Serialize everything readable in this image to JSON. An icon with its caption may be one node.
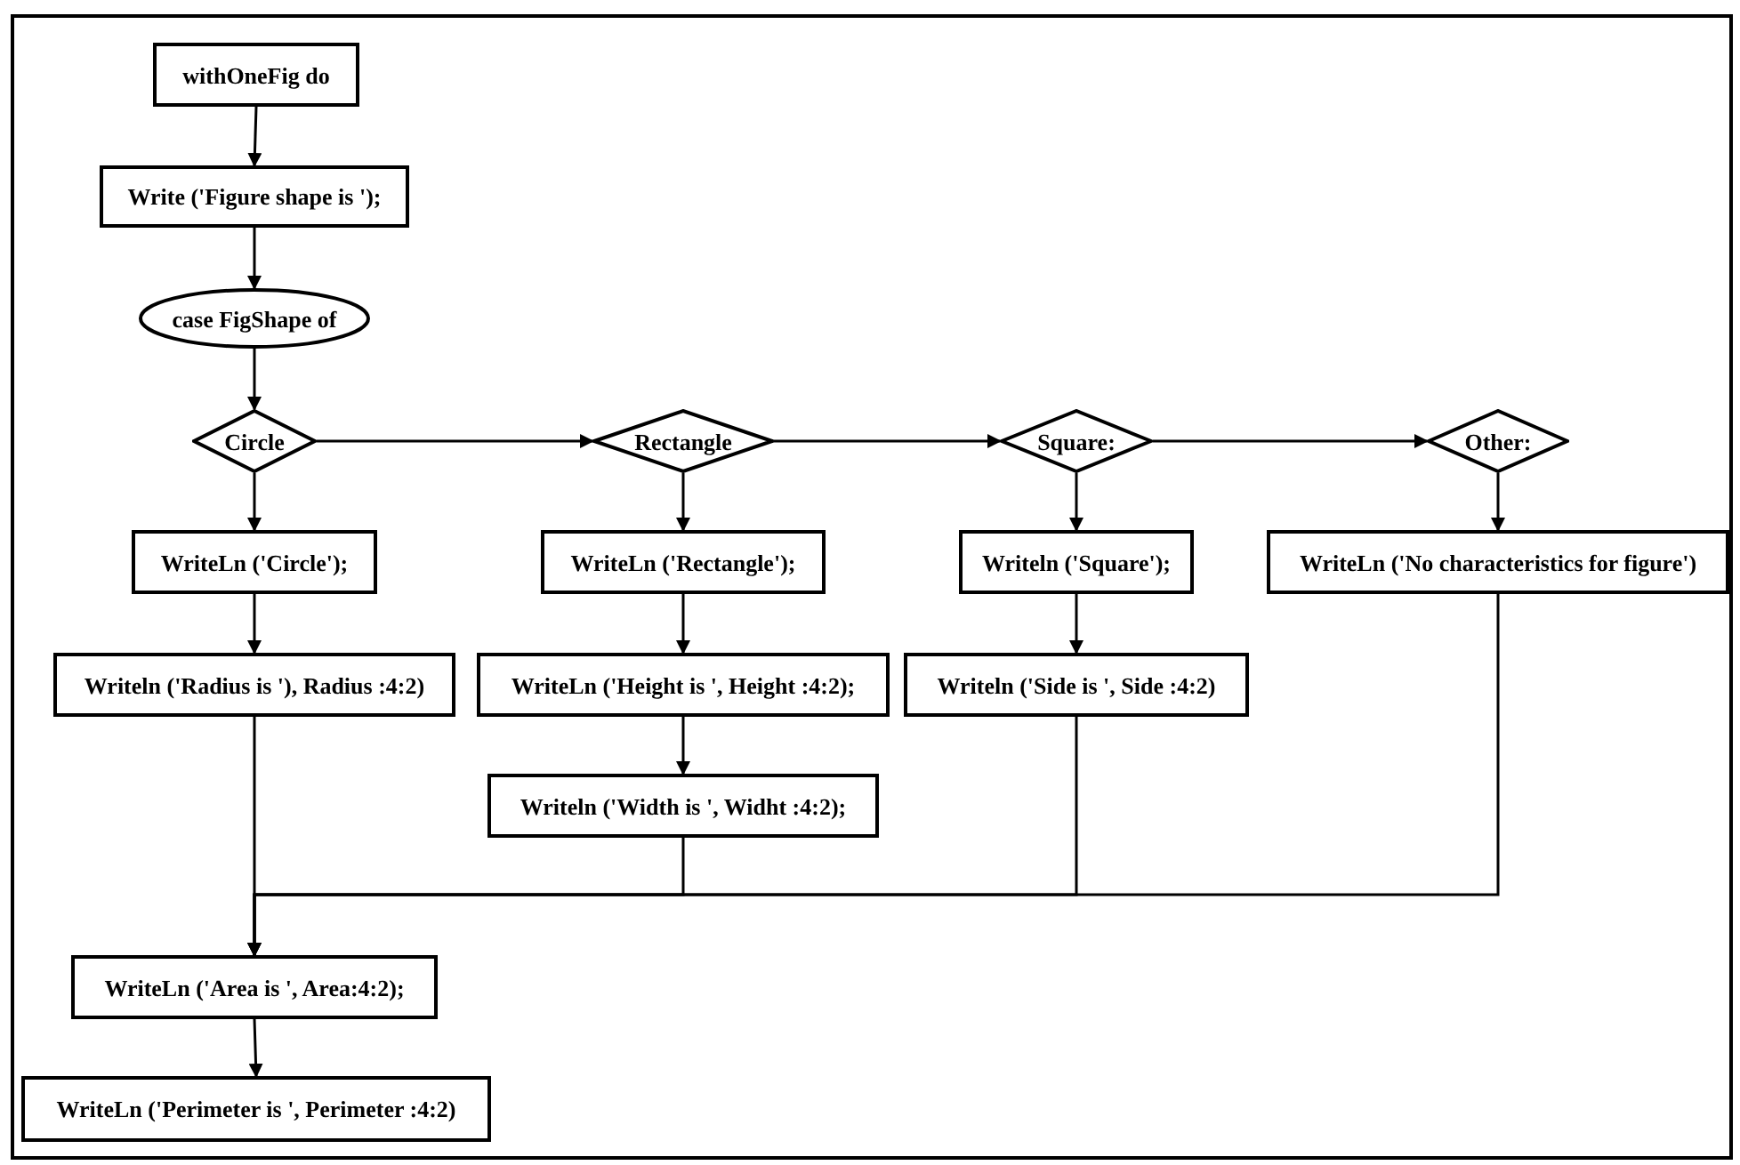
{
  "diagram": {
    "nodes": [
      {
        "text": [
          "withOneFig do"
        ]
      },
      {
        "text": [
          "Write ('Figure shape is ');"
        ]
      },
      {
        "text": [
          "case FigShape of"
        ]
      },
      {
        "text": [
          "Circle"
        ]
      },
      {
        "text": [
          "Rectangle"
        ]
      },
      {
        "text": [
          "Square:"
        ]
      },
      {
        "text": [
          "Other:"
        ]
      },
      {
        "text": [
          "WriteLn ('Circle');"
        ]
      },
      {
        "text": [
          "Writeln ('Radius is '), Radius :4:2)"
        ]
      },
      {
        "text": [
          "WriteLn ('Rectangle');"
        ]
      },
      {
        "text": [
          "WriteLn ('Height is ', Height :4:2);"
        ]
      },
      {
        "text": [
          "Writeln ('Width is ', Widht :4:2);"
        ]
      },
      {
        "text": [
          "Writeln ('Square');"
        ]
      },
      {
        "text": [
          "Writeln ('Side is ', Side :4:2)"
        ]
      },
      {
        "text": [
          "WriteLn ('No characteristics for figure')"
        ]
      },
      {
        "text": [
          "WriteLn ('Area is ', Area:4:2);"
        ]
      },
      {
        "text": [
          "WriteLn ('Perimeter is ', Perimeter :4:2)"
        ]
      }
    ],
    "edges": [
      {
        "from": 0,
        "to": 1,
        "arrow": "to"
      },
      {
        "from": 1,
        "to": 2,
        "arrow": "to"
      },
      {
        "from": 2,
        "to": 3,
        "arrow": "to"
      },
      {
        "from": 3,
        "to": 4,
        "arrow": "to"
      },
      {
        "from": 4,
        "to": 5,
        "arrow": "to"
      },
      {
        "from": 5,
        "to": 6,
        "arrow": "to"
      },
      {
        "from": 3,
        "to": 7,
        "arrow": "to"
      },
      {
        "from": 7,
        "to": 8,
        "arrow": "to"
      },
      {
        "from": 4,
        "to": 9,
        "arrow": "to"
      },
      {
        "from": 9,
        "to": 10,
        "arrow": "to"
      },
      {
        "from": 10,
        "to": 11,
        "arrow": "to"
      },
      {
        "from": 5,
        "to": 12,
        "arrow": "to"
      },
      {
        "from": 12,
        "to": 13,
        "arrow": "to"
      },
      {
        "from": 6,
        "to": 14,
        "arrow": "to"
      },
      {
        "from": 8,
        "to": 15,
        "arrow": "to"
      },
      {
        "from": 11,
        "to": 15,
        "arrow": "to"
      },
      {
        "from": 13,
        "to": 15,
        "arrow": "to"
      },
      {
        "from": 14,
        "to": 15,
        "arrow": "to"
      },
      {
        "from": 15,
        "to": 16,
        "arrow": "to"
      }
    ]
  }
}
